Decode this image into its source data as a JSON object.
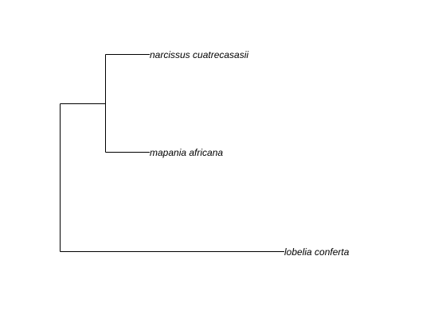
{
  "tree": {
    "line_color": "#000000",
    "text_color": "#000000",
    "tips": {
      "tip_1": "narcissus cuatrecasasii",
      "tip_2": "mapania africana",
      "tip_3": "lobelia conferta"
    }
  }
}
